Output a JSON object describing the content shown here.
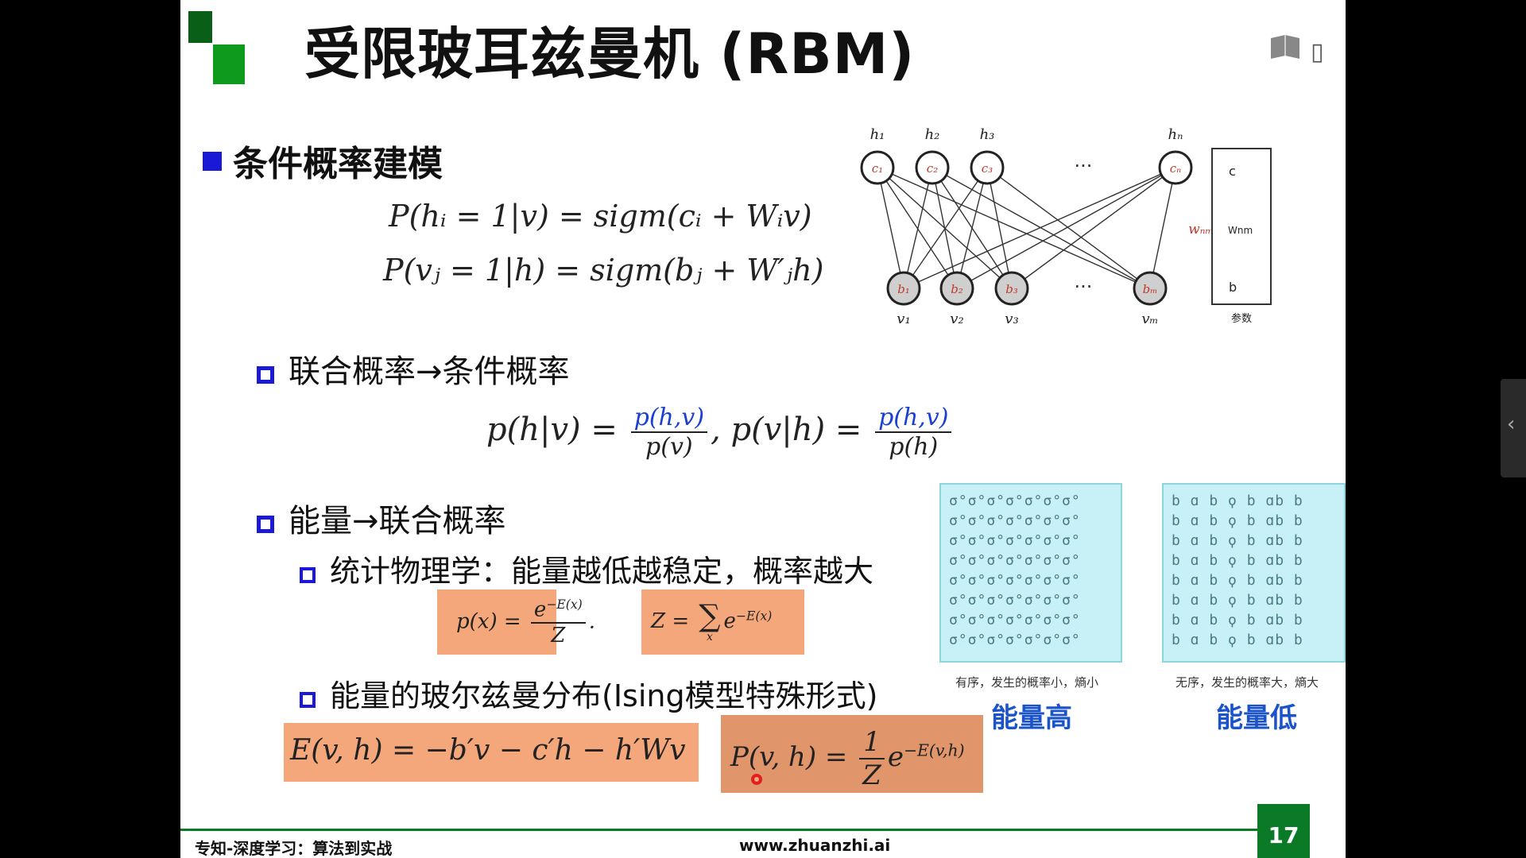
{
  "slide": {
    "title": "受限玻耳兹曼机 (RBM)",
    "section": "条件概率建模",
    "eq1": "P(hᵢ = 1|v) = sigm(cᵢ + Wᵢv)",
    "eq2": "P(vⱼ = 1|h) = sigm(bⱼ + W′ⱼh)",
    "bullet1": "联合概率→条件概率",
    "joint": {
      "left": "p(h|v) =",
      "num1": "p(h,v)",
      "den1": "p(v)",
      "mid": ", p(v|h) =",
      "num2": "p(h,v)",
      "den2": "p(h)"
    },
    "bullet2": "能量→联合概率",
    "sub1": "统计物理学：能量越低越稳定，概率越大",
    "px": {
      "left": "p(x) =",
      "num": "e",
      "num_sup": "−E(x)",
      "den": "Z",
      "tail": "."
    },
    "z": {
      "left": "Z =",
      "sum": "∑",
      "sub": "x",
      "term": "e",
      "term_sup": "−E(x)"
    },
    "sub2": "能量的玻尔兹曼分布(Ising模型特殊形式)",
    "energy_eq": "E(v, h) = −b′v − c′h − h′Wv",
    "pvh": {
      "left": "P(v, h) =",
      "num": "1",
      "den": "Z",
      "term": "e",
      "term_sup": "−E(v,h)"
    },
    "diagram": {
      "hidden_labels": [
        "h₁",
        "h₂",
        "h₃",
        "hₙ"
      ],
      "hidden_nodes": [
        "c₁",
        "c₂",
        "c₃",
        "cₙ"
      ],
      "visible_nodes": [
        "b₁",
        "b₂",
        "b₃",
        "bₘ"
      ],
      "visible_labels": [
        "v₁",
        "v₂",
        "v₃",
        "vₘ"
      ],
      "ellipsis": "···",
      "weight": "wₙₘ",
      "param_c": "c",
      "param_w": "Wnm",
      "param_b": "b",
      "param_caption": "参数"
    },
    "panel_high_text": "σ°σ°σ°σ°σ°σ°σ°",
    "panel_low_text": "b ɑ b ϙ b ɑb b",
    "caption_high": "有序，发生的概率小，熵小",
    "caption_low": "无序，发生的概率大，熵大",
    "label_high": "能量高",
    "label_low": "能量低",
    "page_number": "17",
    "footer_left": "专知-深度学习：算法到实战",
    "footer_url": "www.zhuanzhi.ai"
  },
  "side_tab_glyph": "‹"
}
